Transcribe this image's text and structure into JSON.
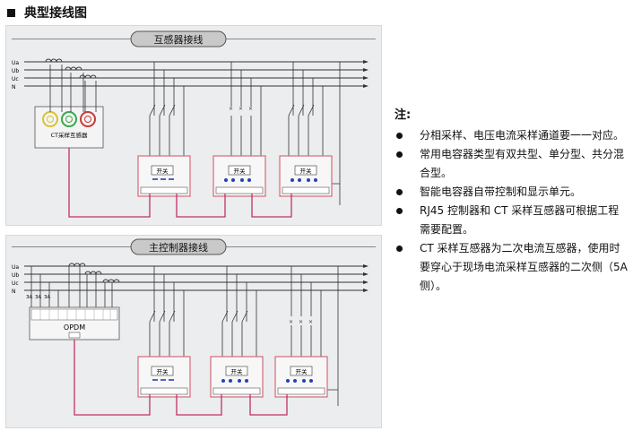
{
  "heading": "典型接线图",
  "diagram1": {
    "title": "互感器接线",
    "lines": [
      "Ua",
      "Ub",
      "Uc",
      "N"
    ],
    "ct_label": "CT采样互感器",
    "switch_label": "开关"
  },
  "diagram2": {
    "title": "主控制器接线",
    "lines": [
      "Ua",
      "Ub",
      "Uc",
      "N"
    ],
    "breakers": [
      "3A",
      "3A",
      "3A"
    ],
    "controller_label": "OPDM",
    "switch_label": "开关"
  },
  "notes": {
    "head": "注:",
    "items": [
      "分相采样、电压电流采样通道要一一对应。",
      "常用电容器类型有双共型、单分型、共分混合型。",
      "智能电容器自带控制和显示单元。",
      "RJ45 控制器和 CT 采样互感器可根据工程需要配置。",
      "CT 采样互感器为二次电流互感器，使用时要穿心于现场电流采样互感器的二次侧（5A 侧）。"
    ]
  }
}
